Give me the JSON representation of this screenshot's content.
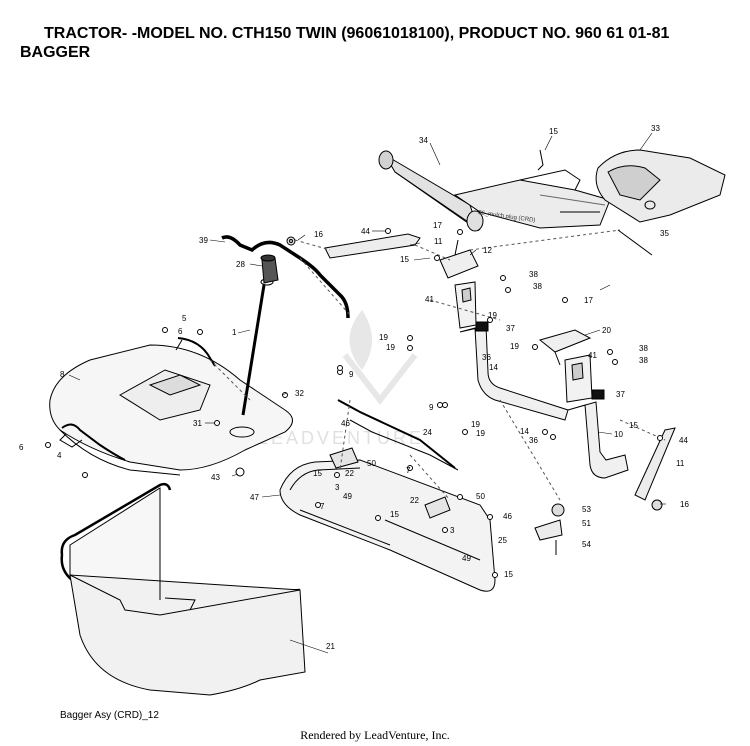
{
  "header": {
    "line1": "TRACTOR- -MODEL NO. CTH150 TWIN (96061018100), PRODUCT NO. 960 61 01-81",
    "line2": "BAGGER"
  },
  "diagram": {
    "callout_note": "36_mulch plug (CRD)",
    "watermark": "LEADVENTURE",
    "caption": "Bagger Asy (CRD)_12",
    "callouts": [
      "34",
      "15",
      "33",
      "35",
      "39",
      "16",
      "44",
      "11",
      "17",
      "12",
      "28",
      "15",
      "38",
      "38",
      "41",
      "17",
      "19",
      "5",
      "1",
      "37",
      "20",
      "6",
      "19",
      "19",
      "38",
      "19",
      "8",
      "36",
      "38",
      "41",
      "14",
      "9",
      "32",
      "37",
      "31",
      "9",
      "19",
      "15",
      "44",
      "46",
      "24",
      "14",
      "36",
      "10",
      "19",
      "6",
      "4",
      "22",
      "43",
      "15",
      "50",
      "7",
      "11",
      "3",
      "47",
      "49",
      "22",
      "50",
      "16",
      "7",
      "53",
      "15",
      "46",
      "51",
      "3",
      "25",
      "54",
      "49",
      "15",
      "21"
    ],
    "colors": {
      "line": "#000000",
      "fill": "#f4f4f4",
      "shade": "#d9d9d9",
      "dark": "#333333"
    }
  },
  "footer": {
    "rendered_by": "Rendered by LeadVenture, Inc."
  }
}
